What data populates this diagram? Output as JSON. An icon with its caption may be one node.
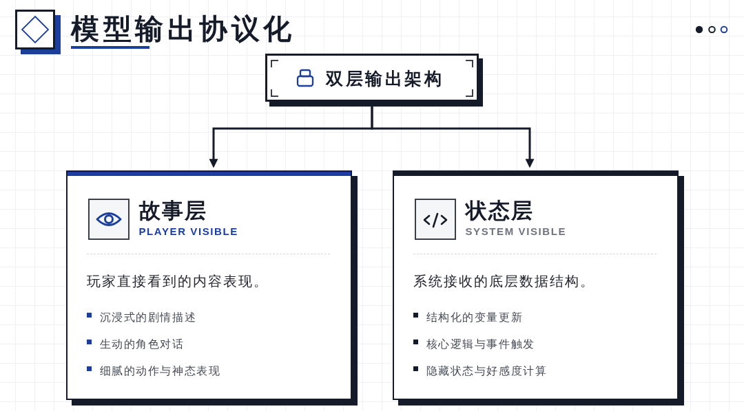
{
  "diagram": {
    "title": "模型输出协议化",
    "nodes": [
      {
        "text": [
          "双层输出架构"
        ]
      },
      {
        "text": [
          "故事层",
          "PLAYER VISIBLE",
          "玩家直接看到的内容表现。",
          "沉浸式的剧情描述",
          "生动的角色对话",
          "细腻的动作与神态表现"
        ]
      },
      {
        "text": [
          "状态层",
          "SYSTEM VISIBLE",
          "系统接收的底层数据结构。",
          "结构化的变量更新",
          "核心逻辑与事件触发",
          "隐藏状态与好感度计算"
        ]
      }
    ],
    "edges": [
      {
        "from": 0,
        "to": 1,
        "arrow": "to"
      },
      {
        "from": 0,
        "to": 2,
        "arrow": "to"
      }
    ]
  }
}
